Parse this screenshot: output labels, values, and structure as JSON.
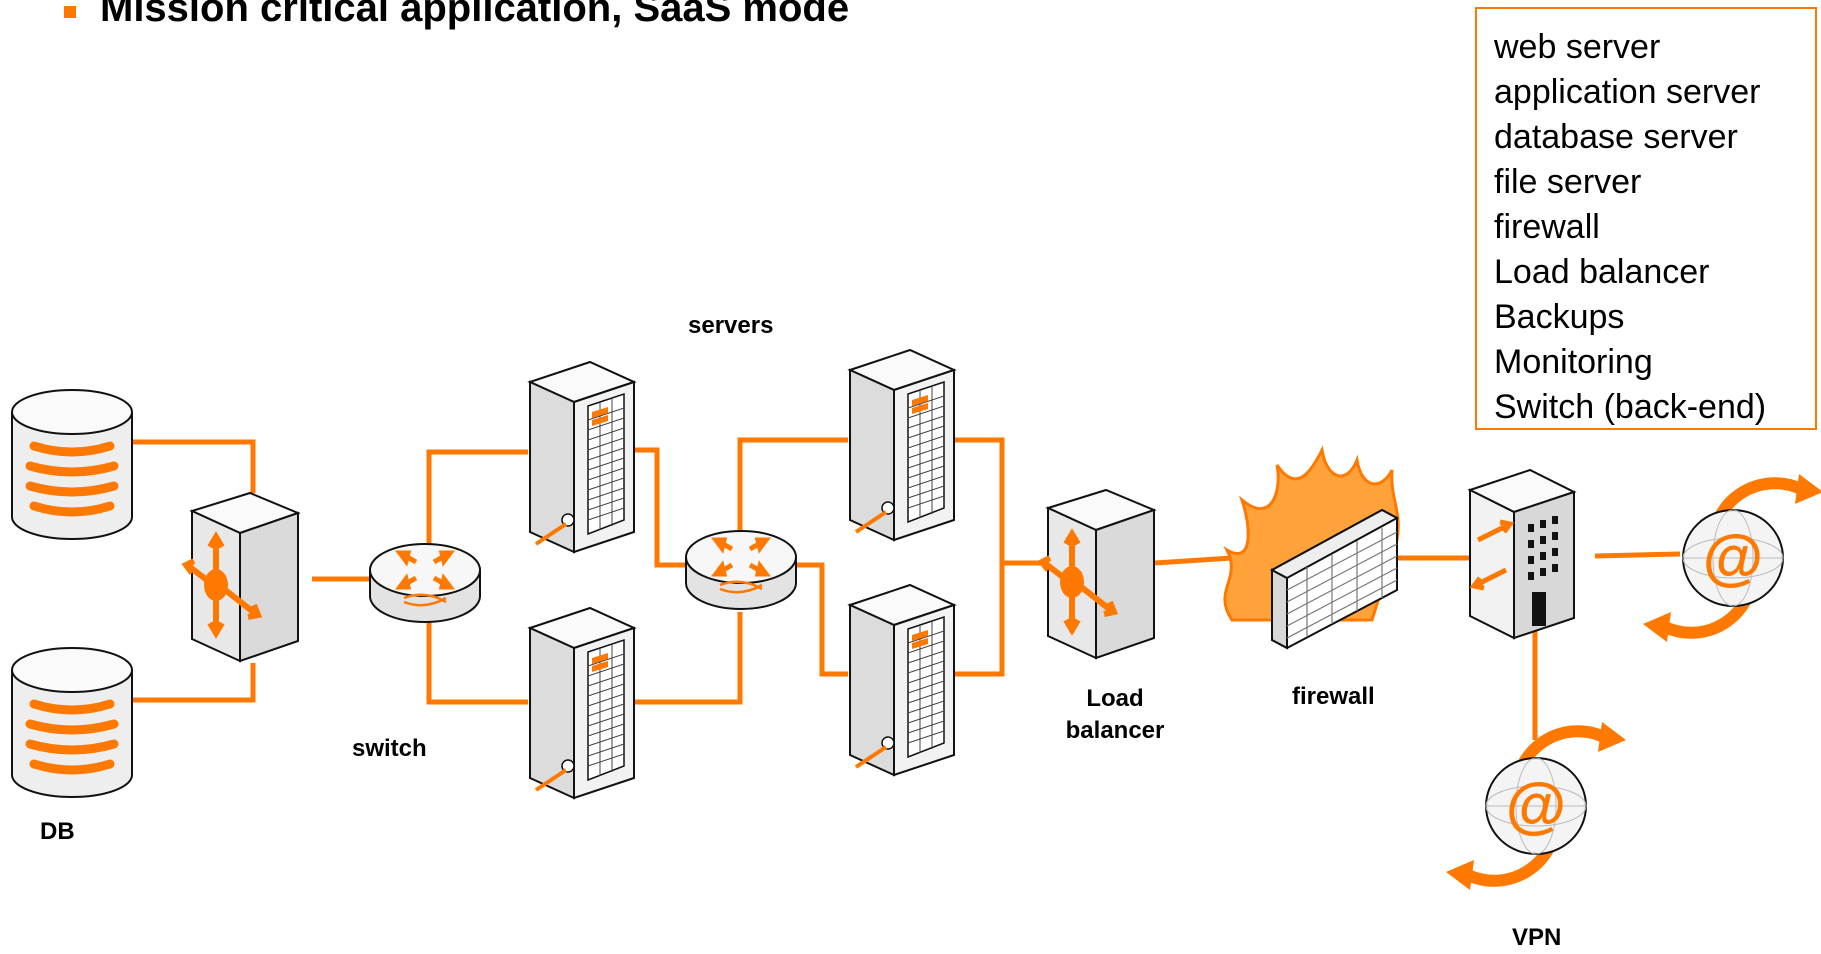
{
  "title": "Mission critical application, SaaS mode",
  "legend": {
    "items": [
      "web server",
      "application server",
      "database server",
      "file server",
      "firewall",
      "Load balancer",
      "Backups",
      "Monitoring",
      "Switch (back-end)"
    ]
  },
  "labels": {
    "servers": "servers",
    "switch": "switch",
    "db": "DB",
    "load_balancer_1": "Load",
    "load_balancer_2": "balancer",
    "firewall": "firewall",
    "vpn": "VPN"
  },
  "colors": {
    "accent": "#ff7900",
    "line": "#ff7900",
    "device_light": "#f4f4f4",
    "device_shade": "#d6d6d6",
    "outline": "#1a1a1a"
  },
  "icons": {
    "database": "database-icon",
    "core_switch": "core-switch-icon",
    "router": "router-icon",
    "server": "server-icon",
    "load_balancer": "load-balancer-icon",
    "firewall": "firewall-icon",
    "gateway": "gateway-building-icon",
    "internet": "internet-at-icon"
  }
}
